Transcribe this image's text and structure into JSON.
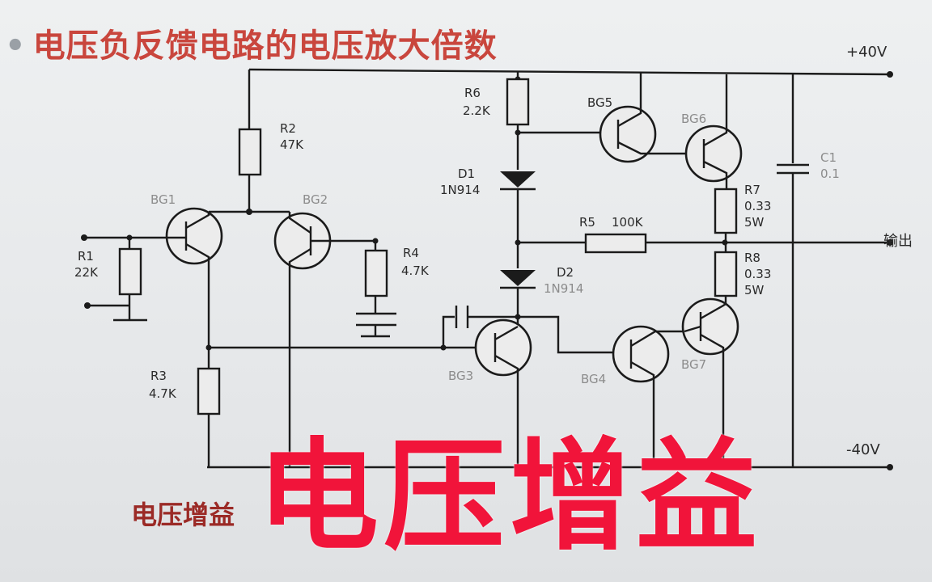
{
  "title": "电压负反馈电路的电压放大倍数",
  "supply": {
    "pos": "+40V",
    "neg": "-40V"
  },
  "output_label": "输出",
  "components": {
    "R1": {
      "name": "R1",
      "value": "22K"
    },
    "R2": {
      "name": "R2",
      "value": "47K"
    },
    "R3": {
      "name": "R3",
      "value": "4.7K"
    },
    "R4": {
      "name": "R4",
      "value": "4.7K"
    },
    "R5": {
      "name": "R5",
      "value": "100K"
    },
    "R6": {
      "name": "R6",
      "value": "2.2K"
    },
    "R7": {
      "name": "R7",
      "value": "0.33",
      "power": "5W"
    },
    "R8": {
      "name": "R8",
      "value": "0.33",
      "power": "5W"
    },
    "D1": {
      "name": "D1",
      "part": "1N914"
    },
    "D2": {
      "name": "D2",
      "part": "1N914"
    },
    "C1": {
      "name": "C1",
      "value": "0.1"
    },
    "BG1": "BG1",
    "BG2": "BG2",
    "BG3": "BG3",
    "BG4": "BG4",
    "BG5": "BG5",
    "BG6": "BG6",
    "BG7": "BG7"
  },
  "caption": "电压增益",
  "overlay_text": "电压增益"
}
